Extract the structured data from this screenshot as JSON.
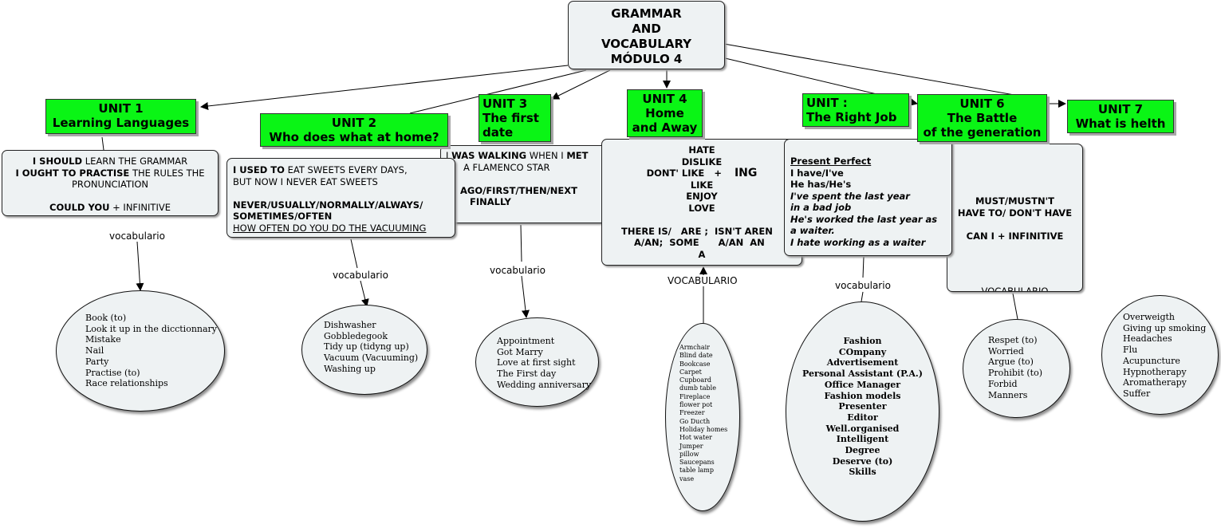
{
  "root": {
    "lines": [
      "GRAMMAR",
      "AND",
      "VOCABULARY",
      "MÓDULO 4"
    ]
  },
  "units": [
    {
      "lines": [
        "UNIT 1",
        "Learning Languages"
      ]
    },
    {
      "lines": [
        "UNIT 2",
        "Who does what at home?"
      ]
    },
    {
      "lines": [
        "UNIT 3",
        "The first",
        "date"
      ]
    },
    {
      "lines": [
        "UNIT 4",
        "Home",
        "and Away"
      ]
    },
    {
      "lines": [
        "UNIT :",
        "The Right Job"
      ]
    },
    {
      "lines": [
        "UNIT 6",
        "The Battle",
        "of the generation"
      ]
    },
    {
      "lines": [
        "UNIT 7",
        "What is helth"
      ]
    }
  ],
  "grammar": {
    "unit1": {
      "l1b": "I SHOULD",
      "l1": " LEARN THE GRAMMAR",
      "l2b": "I OUGHT TO PRACTISE",
      "l2": " THE RULES THE",
      "l3": "PRONUNCIATION",
      "l4b": "COULD YOU",
      "l4": " + INFINITIVE"
    },
    "unit2": {
      "l1b": "I USED TO",
      "l1": " EAT SWEETS EVERY DAYS,",
      "l2": "BUT NOW I NEVER EAT SWEETS",
      "l3": "NEVER/USUALLY/NORMALLY/ALWAYS/",
      "l4": "SOMETIMES/OFTEN",
      "l5": "HOW OFTEN DO YOU DO THE VACUUMING"
    },
    "unit3": {
      "l1a": "I ",
      "l1b": "WAS WALKING",
      "l1c": " WHEN I ",
      "l1d": "MET",
      "l2": "A FLAMENCO STAR",
      "l3": "AGO/FIRST/THEN/NEXT",
      "l4": "FINALLY"
    },
    "unit4": {
      "l1": "HATE",
      "l2": "DISLIKE",
      "l3": "DONT' LIKE",
      "plus": "+",
      "ing": "ING",
      "l4": "LIKE",
      "l5": "ENJOY",
      "l6": "LOVE",
      "l7": "THERE IS/   ARE ;  ISN'T AREN",
      "l8": "A/AN;  SOME      A/AN  AN",
      "l9": "A"
    },
    "unit5": {
      "h": "Present Perfect",
      "l1": "I have/I've",
      "l2": "He has/He's",
      "l3": "I've spent the last year",
      "l4": "in a bad job",
      "l5": "He's worked the last year as",
      "l6": "a waiter.",
      "l7": "I hate working as a waiter"
    },
    "unit6": {
      "l1": "MUST/MUSTN'T",
      "l2": "HAVE TO/ DON'T HAVE",
      "l3": "CAN I + INFINITIVE",
      "hidden": "VOCABULARIO"
    }
  },
  "link_labels": {
    "u1": "vocabulario",
    "u2": "vocabulario",
    "u3": "vocabulario",
    "u4": "VOCABULARIO",
    "u5": "vocabulario"
  },
  "vocab": {
    "unit1": [
      "Book (to)",
      "Look it up in the dicctionnary",
      "Mistake",
      "Nail",
      "Party",
      "Practise (to)",
      "Race relationships"
    ],
    "unit2": [
      "Dishwasher",
      "Gobbledegook",
      "Tidy up (tidyng up)",
      "Vacuum (Vacuuming)",
      "Washing up"
    ],
    "unit3": [
      "Appointment",
      "Got Marry",
      "Love at first sight",
      "The First day",
      "Wedding anniversary"
    ],
    "unit4": [
      "Armchair",
      "Blind date",
      "Bookcase",
      "Carpet",
      "Cupboard",
      "dumb table",
      "Fireplace",
      "flower pot",
      "Freezer",
      "Go Ducth",
      "Holiday homes",
      "Hot water",
      "Jumper",
      "pillow",
      "Saucepans",
      "table lamp",
      "vase"
    ],
    "unit5": [
      "Fashion",
      "COmpany",
      "Advertisement",
      "Personal Assistant (P.A.)",
      "Office Manager",
      "Fashion models",
      "Presenter",
      "Editor",
      "Well.organised",
      "Intelligent",
      "Degree",
      "Deserve (to)",
      "Skills"
    ],
    "unit6": [
      "Respet (to)",
      "Worried",
      "Argue (to)",
      "Prohibit (to)",
      "Forbid",
      "Manners"
    ],
    "unit7": [
      "Overweigth",
      "Giving up smoking",
      "Headaches",
      "Flu",
      "Acupuncture",
      "Hypnotherapy",
      "Aromatherapy",
      "Suffer"
    ]
  }
}
